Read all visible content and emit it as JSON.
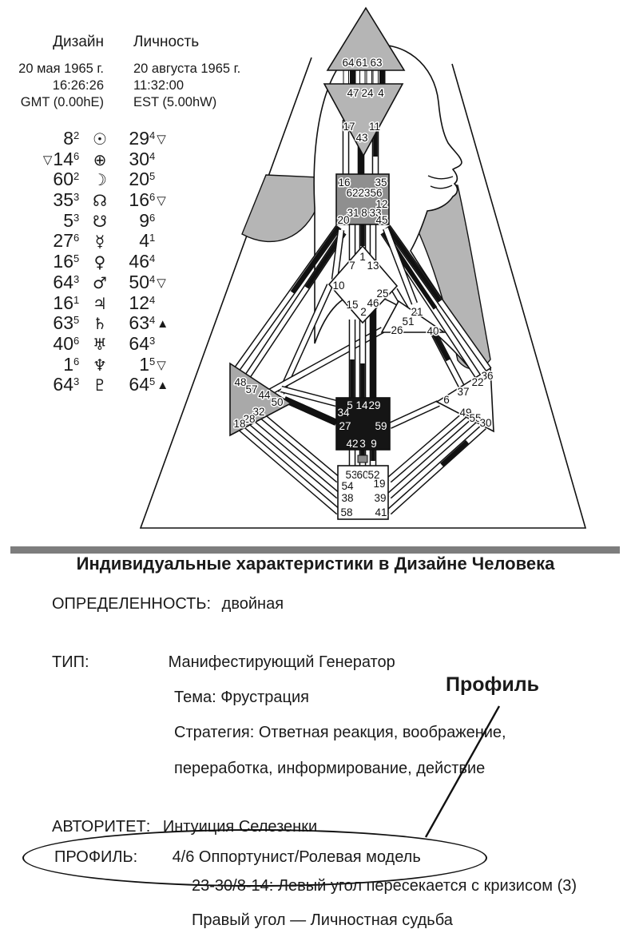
{
  "header": {
    "design": {
      "title": "Дизайн",
      "date": "20 мая 1965 г.",
      "time": "16:26:26",
      "zone": "GMT (0.00hE)"
    },
    "personality": {
      "title": "Личность",
      "date": "20 августа 1965 г.",
      "time": "11:32:00",
      "zone": "EST (5.00hW)"
    }
  },
  "planets": [
    {
      "name": "sun",
      "symbol": "☉",
      "design": "8",
      "design_line": "2",
      "design_marker": "",
      "personality": "29",
      "personality_line": "4",
      "personality_marker": "▽"
    },
    {
      "name": "earth",
      "symbol": "⊕",
      "design": "14",
      "design_line": "6",
      "design_marker": "▽",
      "personality": "30",
      "personality_line": "4",
      "personality_marker": ""
    },
    {
      "name": "moon",
      "symbol": "☽",
      "design": "60",
      "design_line": "2",
      "design_marker": "",
      "personality": "20",
      "personality_line": "5",
      "personality_marker": ""
    },
    {
      "name": "north-node",
      "symbol": "☊",
      "design": "35",
      "design_line": "3",
      "design_marker": "",
      "personality": "16",
      "personality_line": "6",
      "personality_marker": "▽"
    },
    {
      "name": "south-node",
      "symbol": "☋",
      "design": "5",
      "design_line": "3",
      "design_marker": "",
      "personality": "9",
      "personality_line": "6",
      "personality_marker": ""
    },
    {
      "name": "mercury",
      "symbol": "☿",
      "design": "27",
      "design_line": "6",
      "design_marker": "",
      "personality": "4",
      "personality_line": "1",
      "personality_marker": ""
    },
    {
      "name": "venus",
      "symbol": "♀",
      "design": "16",
      "design_line": "5",
      "design_marker": "",
      "personality": "46",
      "personality_line": "4",
      "personality_marker": ""
    },
    {
      "name": "mars",
      "symbol": "♂",
      "design": "64",
      "design_line": "3",
      "design_marker": "",
      "personality": "50",
      "personality_line": "4",
      "personality_marker": "▽"
    },
    {
      "name": "jupiter",
      "symbol": "♃",
      "design": "16",
      "design_line": "1",
      "design_marker": "",
      "personality": "12",
      "personality_line": "4",
      "personality_marker": ""
    },
    {
      "name": "saturn",
      "symbol": "♄",
      "design": "63",
      "design_line": "5",
      "design_marker": "",
      "personality": "63",
      "personality_line": "4",
      "personality_marker": "▲"
    },
    {
      "name": "uranus",
      "symbol": "♅",
      "design": "40",
      "design_line": "6",
      "design_marker": "",
      "personality": "64",
      "personality_line": "3",
      "personality_marker": ""
    },
    {
      "name": "neptune",
      "symbol": "♆",
      "design": "1",
      "design_line": "6",
      "design_marker": "",
      "personality": "1",
      "personality_line": "5",
      "personality_marker": "▽"
    },
    {
      "name": "pluto",
      "symbol": "♇",
      "design": "64",
      "design_line": "3",
      "design_marker": "",
      "personality": "64",
      "personality_line": "5",
      "personality_marker": "▲"
    }
  ],
  "bodygraph": {
    "head": {
      "gates": [
        "64",
        "61",
        "63"
      ]
    },
    "ajna": {
      "gates": [
        "47",
        "24",
        "4",
        "17",
        "43",
        "11"
      ]
    },
    "throat": {
      "gates": [
        "16",
        "35",
        "62",
        "23",
        "56",
        "12",
        "31",
        "8",
        "33",
        "20",
        "45"
      ]
    },
    "g_center": {
      "gates": [
        "7",
        "1",
        "13",
        "10",
        "25",
        "15",
        "2",
        "46"
      ]
    },
    "heart": {
      "gates": [
        "21",
        "51",
        "26",
        "40"
      ]
    },
    "spleen": {
      "gates": [
        "48",
        "57",
        "44",
        "50",
        "32",
        "28",
        "18"
      ]
    },
    "sacral": {
      "gates": [
        "5",
        "14",
        "29",
        "34",
        "27",
        "59",
        "42",
        "3",
        "9"
      ]
    },
    "solar_plexus": {
      "gates": [
        "36",
        "22",
        "37",
        "6",
        "49",
        "55",
        "30"
      ]
    },
    "root": {
      "gates": [
        "53",
        "60",
        "52",
        "54",
        "19",
        "38",
        "39",
        "58",
        "41"
      ]
    }
  },
  "colors": {
    "center_gray": "#b5b5b5",
    "throat_gray": "#8f8f8f",
    "spleen_gray": "#a9a9a9",
    "sacral_black": "#151515",
    "divider_gray": "#7d7d7d"
  },
  "sections": {
    "title": "Индивидуальные характеристики в Дизайне Человека",
    "definition_label": "ОПРЕДЕЛЕННОСТЬ:",
    "definition_value": "двойная",
    "type_label": "ТИП:",
    "type_value": "Манифестирующий Генератор",
    "theme": "Тема: Фрустрация",
    "strategy_line1": "Стратегия: Ответная реакция, воображение,",
    "strategy_line2": "переработка, информирование, действие",
    "profile_callout": "Профиль",
    "authority_label": "АВТОРИТЕТ:",
    "authority_value": "Интуиция Селезенки",
    "profile_label": "ПРОФИЛЬ:",
    "profile_value": "4/6 Оппортунист/Ролевая модель",
    "profile_note1": "23-30/8-14: Левый угол пересекается с кризисом (3)",
    "profile_note2": "Правый угол — Личностная судьба"
  }
}
